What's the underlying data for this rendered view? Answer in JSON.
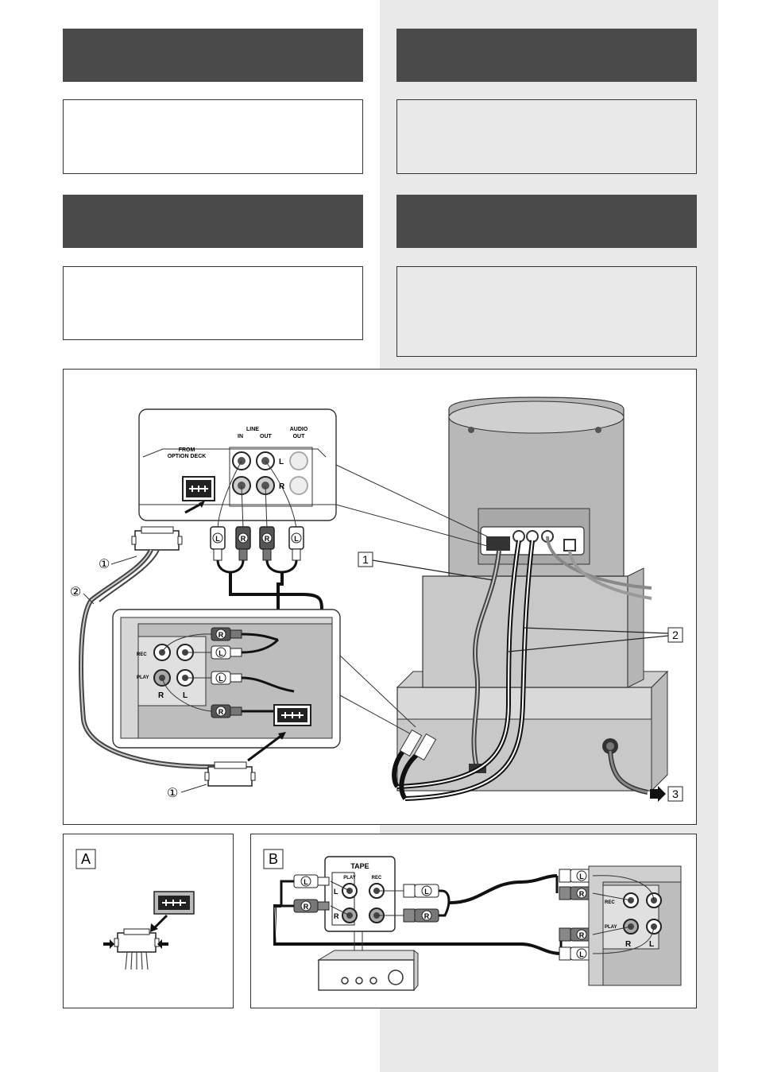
{
  "main_diagram": {
    "tuner_panel": {
      "from_option_deck": [
        "FROM",
        "OPTION DECK"
      ],
      "line_label": "LINE",
      "in_label": "IN",
      "out_label": "OUT",
      "audio_out": [
        "AUDIO",
        "OUT"
      ],
      "jack_l": "L",
      "jack_r": "R"
    },
    "deck_panel": {
      "rec_label": "REC",
      "play_label": "PLAY",
      "r_label": "R",
      "l_label": "L"
    },
    "plugs": {
      "left": "L",
      "right": "R"
    },
    "callouts": {
      "connector_cable_top": "①",
      "ribbon_cable": "②",
      "connector_cable_bottom": "①",
      "box_1": "1",
      "box_2": "2",
      "box_3": "3"
    }
  },
  "panel_a": {
    "label": "A"
  },
  "panel_b": {
    "label": "B",
    "tape_label": "TAPE",
    "play_label": "PLAY",
    "rec_label": "REC",
    "l_label": "L",
    "r_label": "R",
    "deck_rec": "REC",
    "deck_play": "PLAY",
    "deck_r": "R",
    "deck_l": "L"
  }
}
